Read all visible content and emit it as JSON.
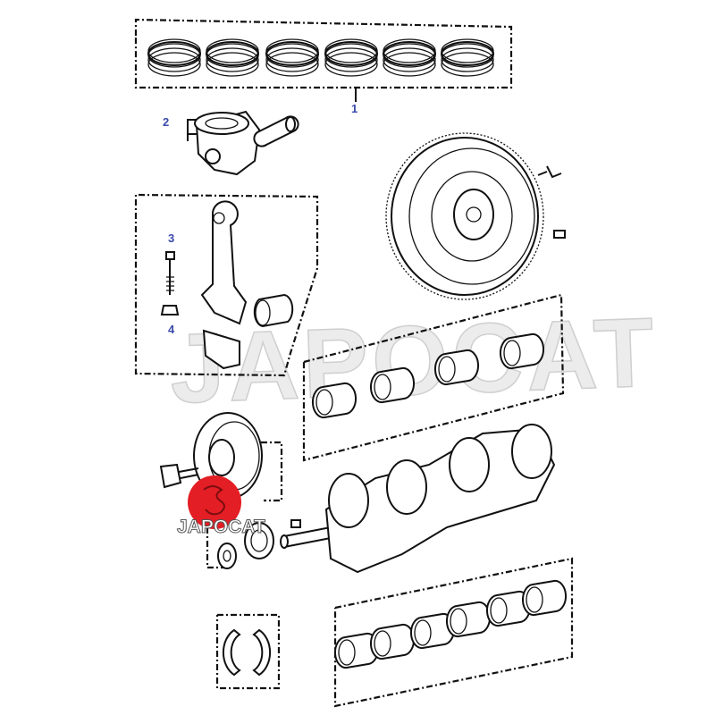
{
  "diagram": {
    "title": "Crankshaft, piston and connecting rod parts diagram",
    "callouts": [
      {
        "id": "1",
        "part": "piston-rings"
      },
      {
        "id": "2",
        "part": "piston-with-pin"
      },
      {
        "id": "3",
        "part": "connecting-rod-bolt"
      },
      {
        "id": "4",
        "part": "connecting-rod-nut"
      }
    ],
    "watermark": "JAPOCAT",
    "logo": {
      "text": "JAPOCAT",
      "color": "#e31e24"
    },
    "callout_color": "#3a4aa8"
  }
}
